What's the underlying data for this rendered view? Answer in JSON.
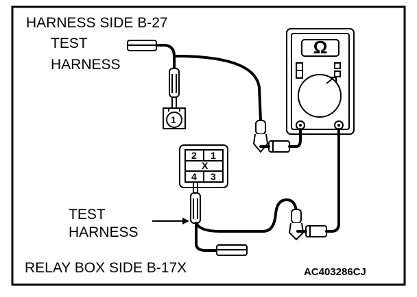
{
  "labels": {
    "harness_side": "HARNESS SIDE B-27",
    "test_harness_top_line1": "TEST",
    "test_harness_top_line2": "HARNESS",
    "test_harness_bottom_line1": "TEST",
    "test_harness_bottom_line2": "HARNESS",
    "relay_box_side": "RELAY BOX SIDE B-17X",
    "figure_code": "AC403286CJ"
  },
  "connector_b27": {
    "pin": "1"
  },
  "connector_b17x": {
    "pins": [
      "2",
      "1",
      "X",
      "4",
      "3"
    ]
  },
  "multimeter": {
    "symbol": "Ω"
  }
}
